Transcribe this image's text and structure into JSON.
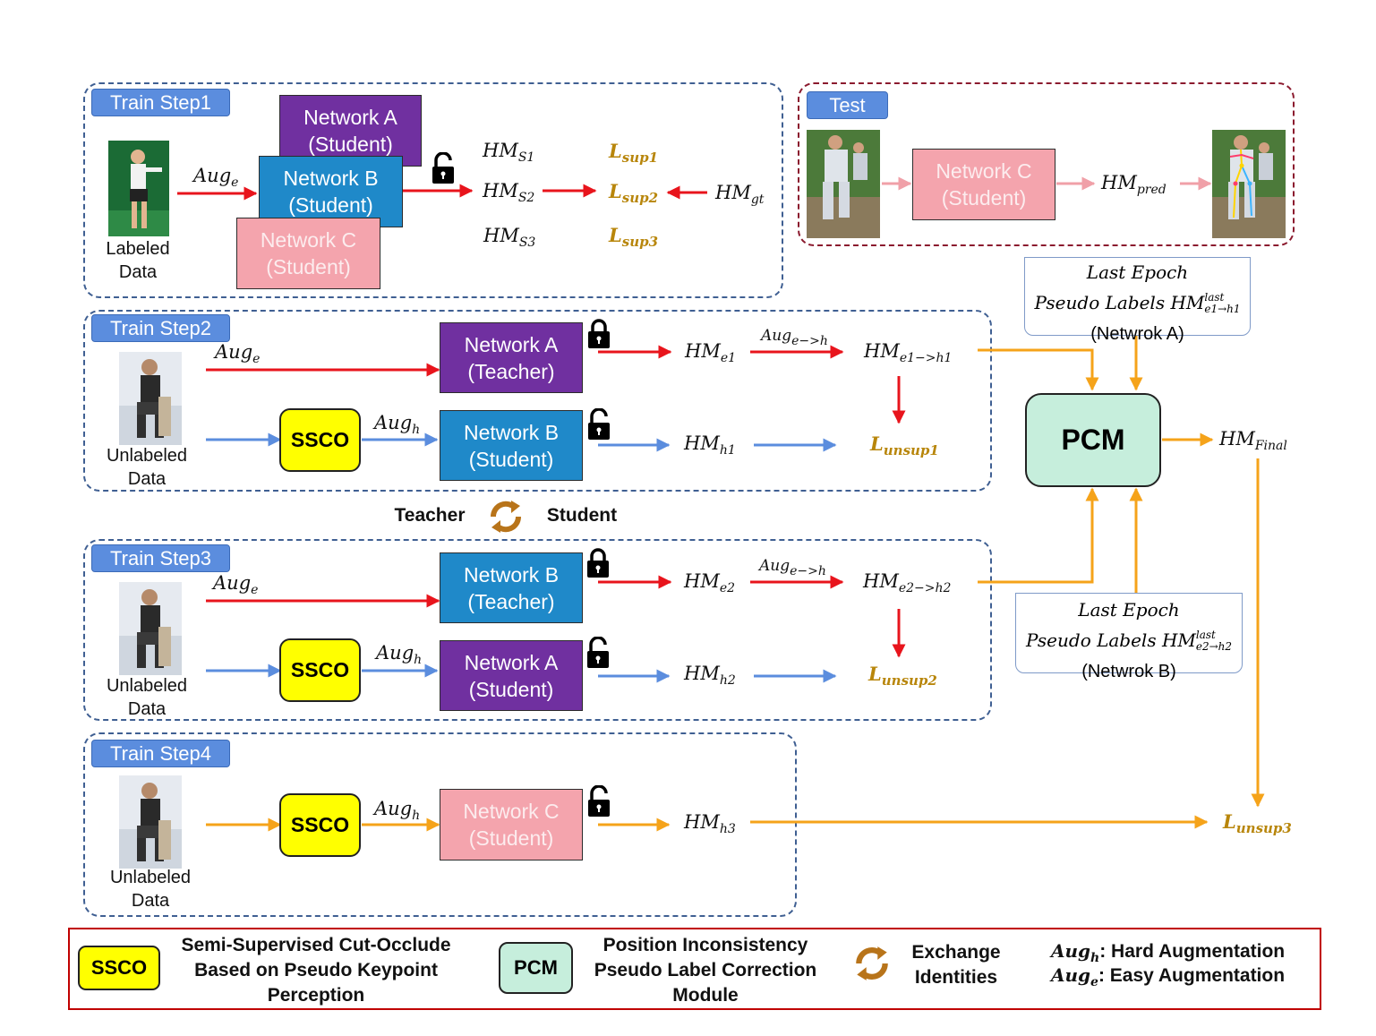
{
  "steps": {
    "step1": "Train Step1",
    "step2": "Train Step2",
    "step3": "Train Step3",
    "step4": "Train Step4",
    "test": "Test"
  },
  "networks": {
    "a_student": [
      "Network A",
      "(Student)"
    ],
    "b_student": [
      "Network B",
      "(Student)"
    ],
    "c_student": [
      "Network C",
      "(Student)"
    ],
    "a_teacher": [
      "Network A",
      "(Teacher)"
    ],
    "b_teacher": [
      "Network B",
      "(Teacher)"
    ]
  },
  "data_labels": {
    "labeled": [
      "Labeled",
      "Data"
    ],
    "unlabeled": [
      "Unlabeled",
      "Data"
    ]
  },
  "blocks": {
    "ssco": "SSCO",
    "pcm": "PCM"
  },
  "math": {
    "aug_e": {
      "base": "Aug",
      "sub": "e"
    },
    "aug_h": {
      "base": "Aug",
      "sub": "h"
    },
    "aug_eh": {
      "base": "Aug",
      "sub": "e−>h"
    },
    "hm_s1": {
      "base": "HM",
      "sub": "S1"
    },
    "hm_s2": {
      "base": "HM",
      "sub": "S2"
    },
    "hm_s3": {
      "base": "HM",
      "sub": "S3"
    },
    "hm_gt": {
      "base": "HM",
      "sub": "gt"
    },
    "hm_pred": {
      "base": "HM",
      "sub": "pred"
    },
    "hm_e1": {
      "base": "HM",
      "sub": "e1"
    },
    "hm_e1h1": {
      "base": "HM",
      "sub": "e1−>h1"
    },
    "hm_h1": {
      "base": "HM",
      "sub": "h1"
    },
    "hm_e2": {
      "base": "HM",
      "sub": "e2"
    },
    "hm_e2h2": {
      "base": "HM",
      "sub": "e2−>h2"
    },
    "hm_h2": {
      "base": "HM",
      "sub": "h2"
    },
    "hm_h3": {
      "base": "HM",
      "sub": "h3"
    },
    "hm_final": {
      "base": "HM",
      "sub": "Final"
    }
  },
  "losses": {
    "sup1": {
      "base": "L",
      "sub": "sup1"
    },
    "sup2": {
      "base": "L",
      "sub": "sup2"
    },
    "sup3": {
      "base": "L",
      "sub": "sup3"
    },
    "unsup1": {
      "base": "L",
      "sub": "unsup1"
    },
    "unsup2": {
      "base": "L",
      "sub": "unsup2"
    },
    "unsup3": {
      "base": "L",
      "sub": "unsup3"
    }
  },
  "pseudo_a": {
    "line1": "Last Epoch",
    "line2": "Pseudo Labels HM",
    "sup": "last",
    "sub": "e1→h1",
    "line3": "(Netwrok A)"
  },
  "pseudo_b": {
    "line1": "Last Epoch",
    "line2": "Pseudo Labels HM",
    "sup": "last",
    "sub": "e2→h2",
    "line3": "(Netwrok B)"
  },
  "exchange": {
    "teacher": "Teacher",
    "student": "Student"
  },
  "legend": {
    "ssco_desc": [
      "Semi-Supervised Cut-Occlude",
      "Based on Pseudo Keypoint",
      "Perception"
    ],
    "pcm_desc": [
      "Position Inconsistency",
      "Pseudo Label Correction",
      "Module"
    ],
    "exchange_desc": [
      "Exchange",
      "Identities"
    ],
    "aug_h_desc": ": Hard Augmentation",
    "aug_e_desc": ": Easy Augmentation"
  },
  "colors": {
    "frame": "#3f5f92",
    "test_frame": "#8b1a2e",
    "red_arrow": "#e8141c",
    "blue_arrow": "#5b8dde",
    "orange_arrow": "#f5a31a",
    "pink_arrow": "#f0a0a8",
    "loss_text": "#b8860b"
  },
  "icons": [
    "padlock-locked-icon",
    "padlock-unlocked-icon",
    "cycle-arrows-icon",
    "person-photo"
  ]
}
